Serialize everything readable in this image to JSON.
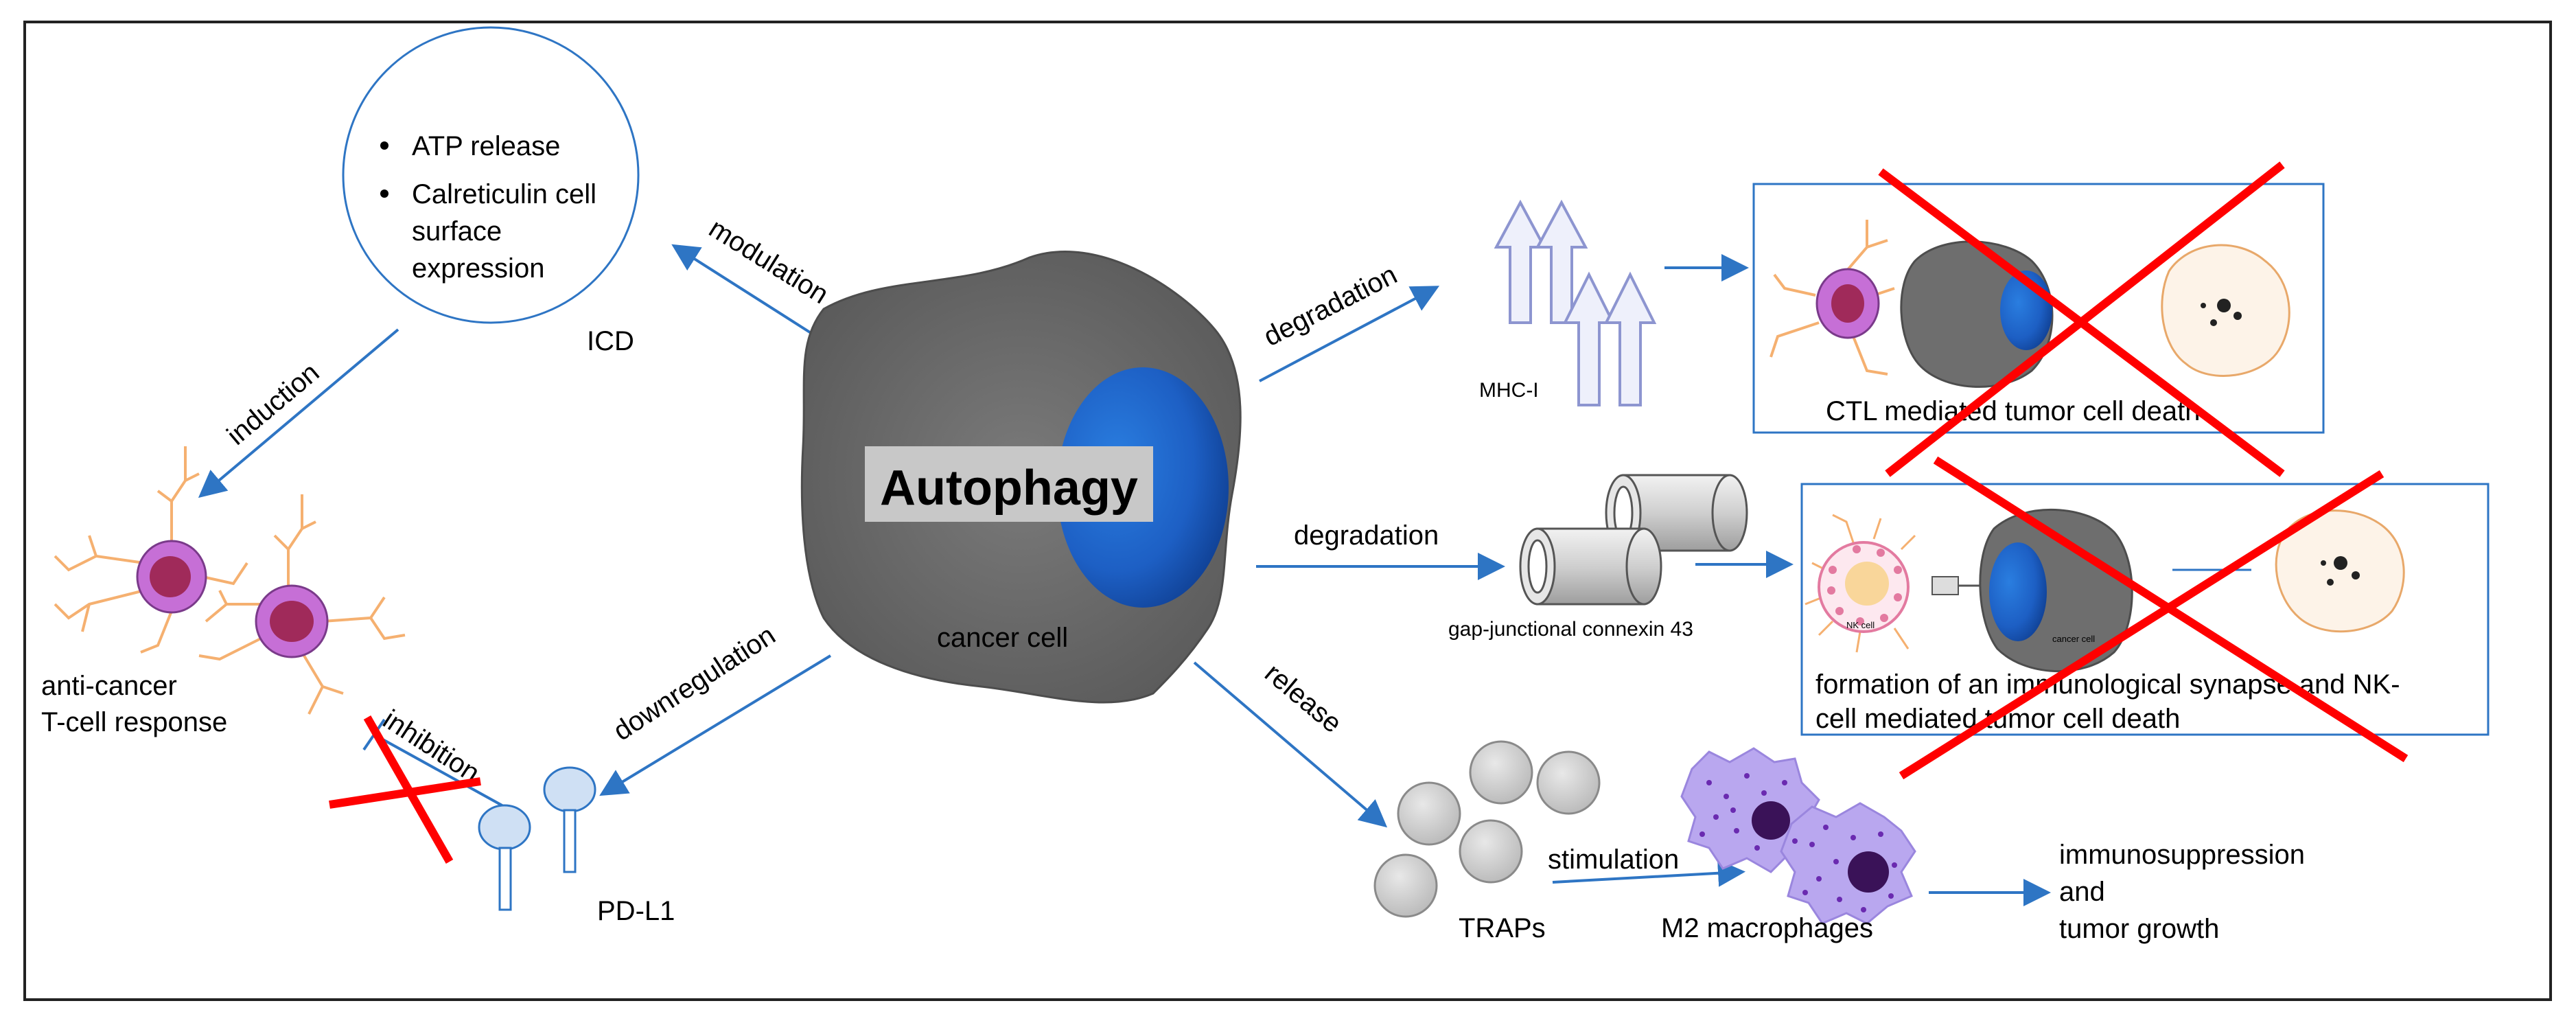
{
  "icd": {
    "bullets": [
      "ATP release",
      "Calreticulin cell",
      "surface",
      "expression"
    ],
    "label": "ICD"
  },
  "arrows": {
    "modulation": "modulation",
    "induction": "induction",
    "downregulation": "downregulation",
    "inhibition": "inhibition",
    "degradation_mhc": "degradation",
    "degradation_cx": "degradation",
    "release": "release",
    "stimulation": "stimulation"
  },
  "center": {
    "title": "Autophagy",
    "cell_label": "cancer cell"
  },
  "tcell": {
    "line1": "anti-cancer",
    "line2": "T-cell response"
  },
  "pdl1": {
    "label": "PD-L1"
  },
  "mhc": {
    "label": "MHC-I"
  },
  "ctl": {
    "caption": "CTL mediated tumor cell death"
  },
  "connexin": {
    "label": "gap-junctional connexin 43"
  },
  "nk": {
    "caption_line1": "formation of an immunological synapse and NK-",
    "caption_line2": "cell mediated tumor cell death",
    "nk_cell_label": "NK cell",
    "cancer_cell_label": "cancer cell"
  },
  "traps": {
    "label": "TRAPs"
  },
  "macrophages": {
    "label": "M2 macrophages"
  },
  "outcome": {
    "line1": "immunosuppression",
    "line2": "and",
    "line3": "tumor growth"
  },
  "colors": {
    "arrow": "#2e75c4",
    "cross": "#ff0000",
    "nucleus": "#1f5fbf",
    "cell": "#6e6e6e",
    "dc_body": "#c66fd6",
    "dc_nucleus": "#a02a5a",
    "dendrite": "#f5b070",
    "macrophage": "#b9a7ef",
    "trap": "#d3d3d3"
  }
}
